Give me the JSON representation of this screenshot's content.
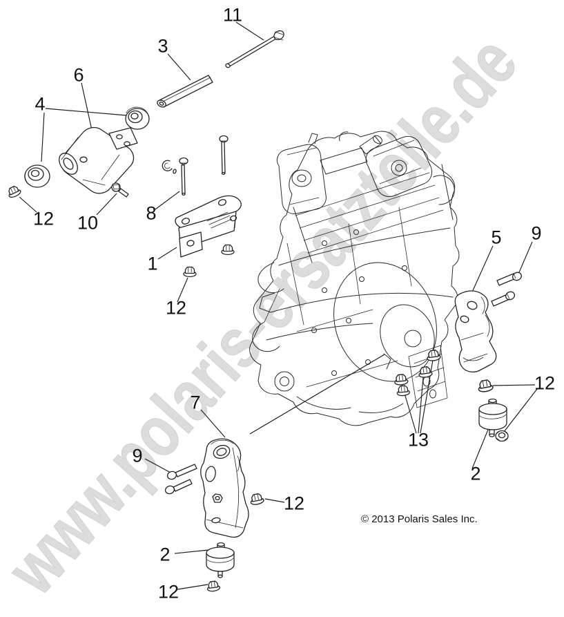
{
  "diagram": {
    "watermark_text": "www.polaris-ersatzteile.de",
    "copyright_text": "© 2013 Polaris Sales Inc.",
    "callouts": [
      {
        "id": "11",
        "label": "11"
      },
      {
        "id": "3",
        "label": "3"
      },
      {
        "id": "6",
        "label": "6"
      },
      {
        "id": "4",
        "label": "4"
      },
      {
        "id": "12-left",
        "label": "12"
      },
      {
        "id": "10",
        "label": "10"
      },
      {
        "id": "8",
        "label": "8"
      },
      {
        "id": "1",
        "label": "1"
      },
      {
        "id": "12-mid",
        "label": "12"
      },
      {
        "id": "5",
        "label": "5"
      },
      {
        "id": "9-right",
        "label": "9"
      },
      {
        "id": "12-right",
        "label": "12"
      },
      {
        "id": "2-right",
        "label": "2"
      },
      {
        "id": "13",
        "label": "13"
      },
      {
        "id": "7",
        "label": "7"
      },
      {
        "id": "12-bracket",
        "label": "12"
      },
      {
        "id": "9-left",
        "label": "9"
      },
      {
        "id": "2-bottom",
        "label": "2"
      },
      {
        "id": "12-bottom",
        "label": "12"
      }
    ]
  },
  "colors": {
    "background": "#ffffff",
    "line": "#232323",
    "watermark": "#dcdcdc",
    "text": "#111111"
  }
}
